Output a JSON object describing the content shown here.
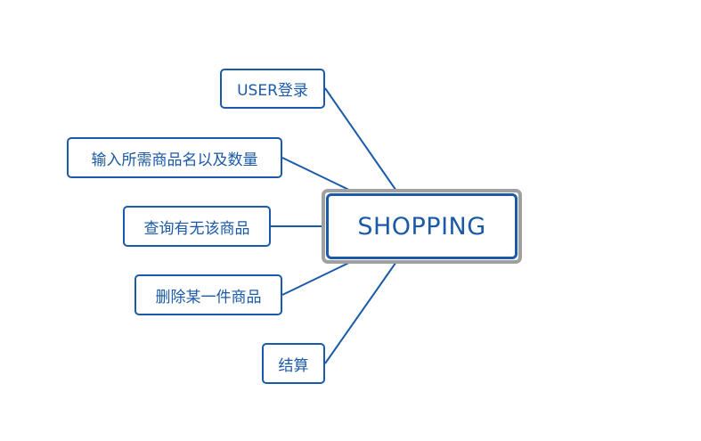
{
  "diagram": {
    "center": {
      "label": "SHOPPING"
    },
    "branches": [
      {
        "id": "user_login",
        "label": "USER登录"
      },
      {
        "id": "input_items",
        "label": "输入所需商品名以及数量"
      },
      {
        "id": "query_items",
        "label": "查询有无该商品"
      },
      {
        "id": "delete_item",
        "label": "删除某一件商品"
      },
      {
        "id": "checkout",
        "label": "结算"
      }
    ]
  },
  "colors": {
    "node_border": "#1b5aa8",
    "node_text": "#1b5aa8",
    "connector": "#1b5aa8",
    "center_frame": "#a0a0a0"
  }
}
